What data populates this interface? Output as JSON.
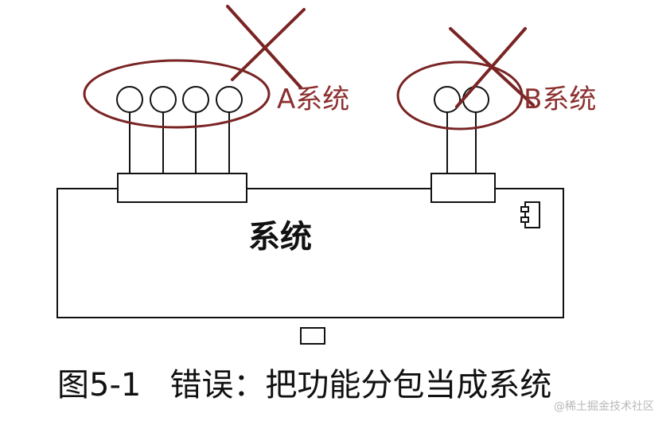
{
  "colors": {
    "ink": "#111111",
    "annotation_red": "#7a2424",
    "watermark": "#b8b8b8",
    "background": "#ffffff"
  },
  "diagram": {
    "system_a": {
      "label": "A系统",
      "interface_count": 4,
      "crossed_out": true
    },
    "system_b": {
      "label": "B系统",
      "interface_count": 2,
      "crossed_out": true
    },
    "main_system": {
      "label": "系统",
      "component_icon": "component-icon"
    }
  },
  "caption": {
    "figure_number": "图5-1",
    "text": "错误：把功能分包当成系统"
  },
  "watermark": {
    "text": "@稀土掘金技术社区"
  }
}
